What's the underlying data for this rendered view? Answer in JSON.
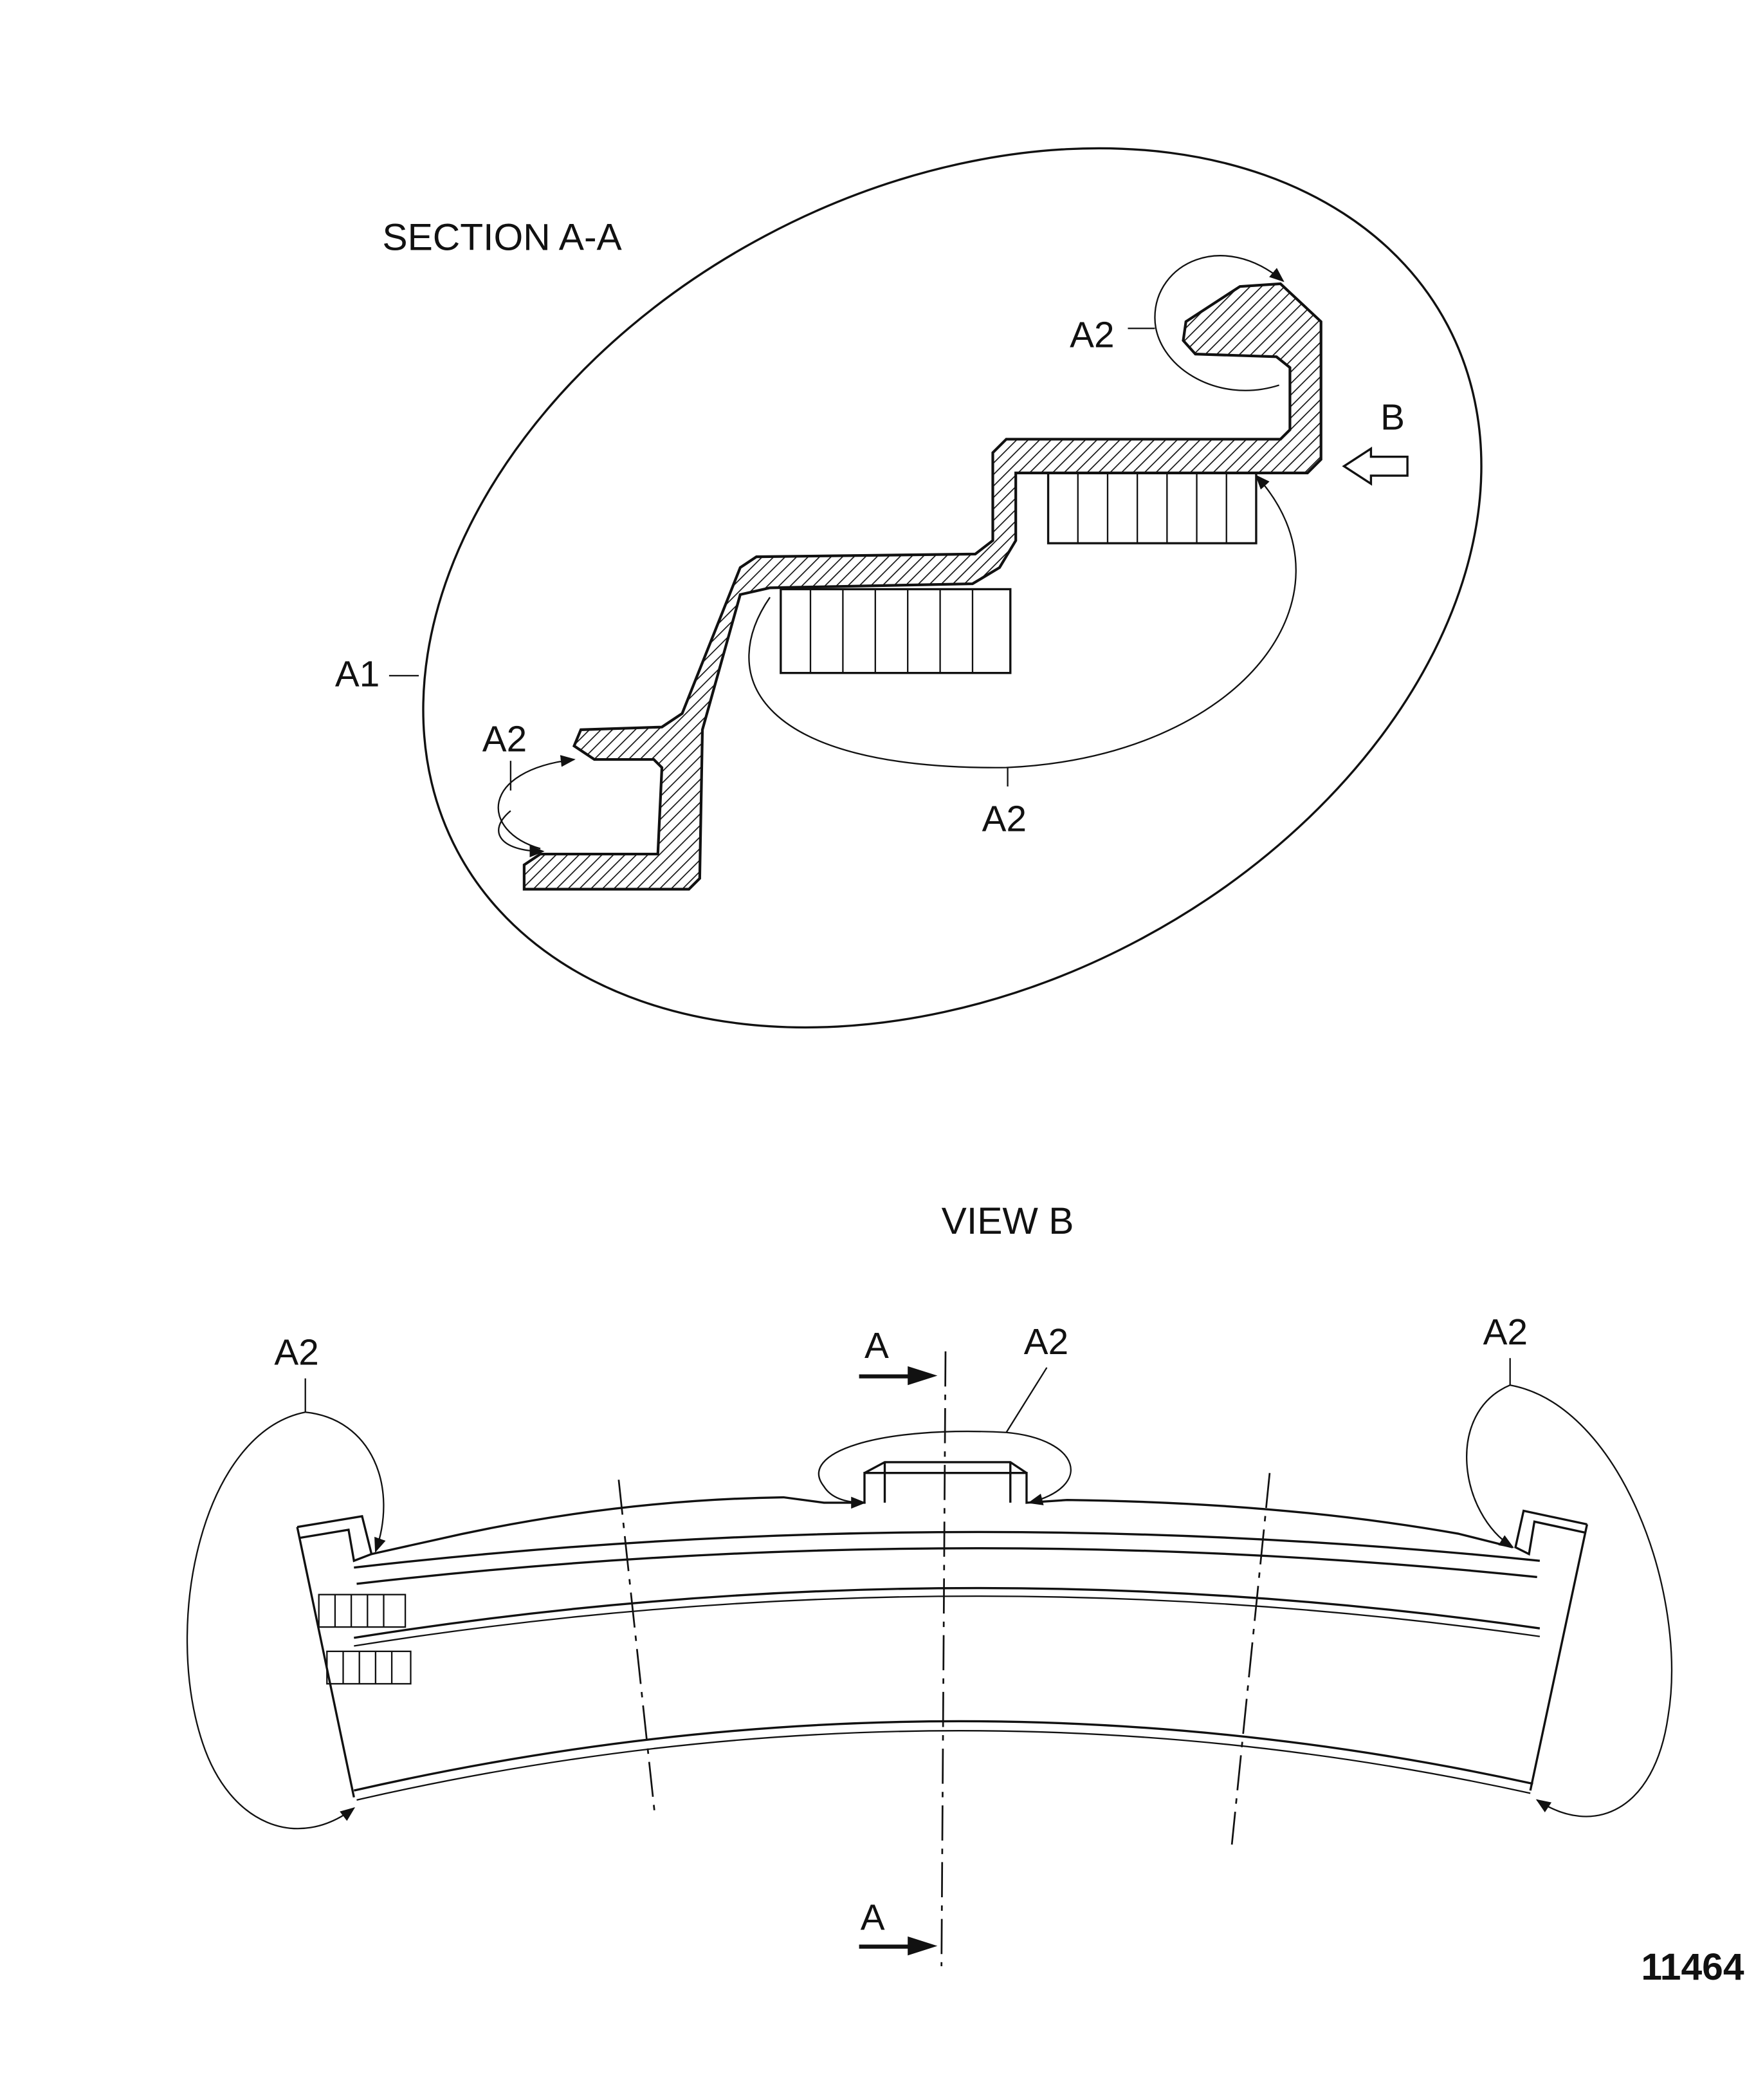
{
  "section_view": {
    "title": "SECTION A-A",
    "labels": {
      "a2_top": "A2",
      "b_arrow": "B",
      "a1": "A1",
      "a2_left": "A2",
      "a2_bottom": "A2"
    }
  },
  "view_b": {
    "title": "VIEW B",
    "labels": {
      "a2_left": "A2",
      "section_a_top": "A",
      "a2_center": "A2",
      "a2_right": "A2",
      "section_a_bottom": "A"
    }
  },
  "figure_number": "11464"
}
